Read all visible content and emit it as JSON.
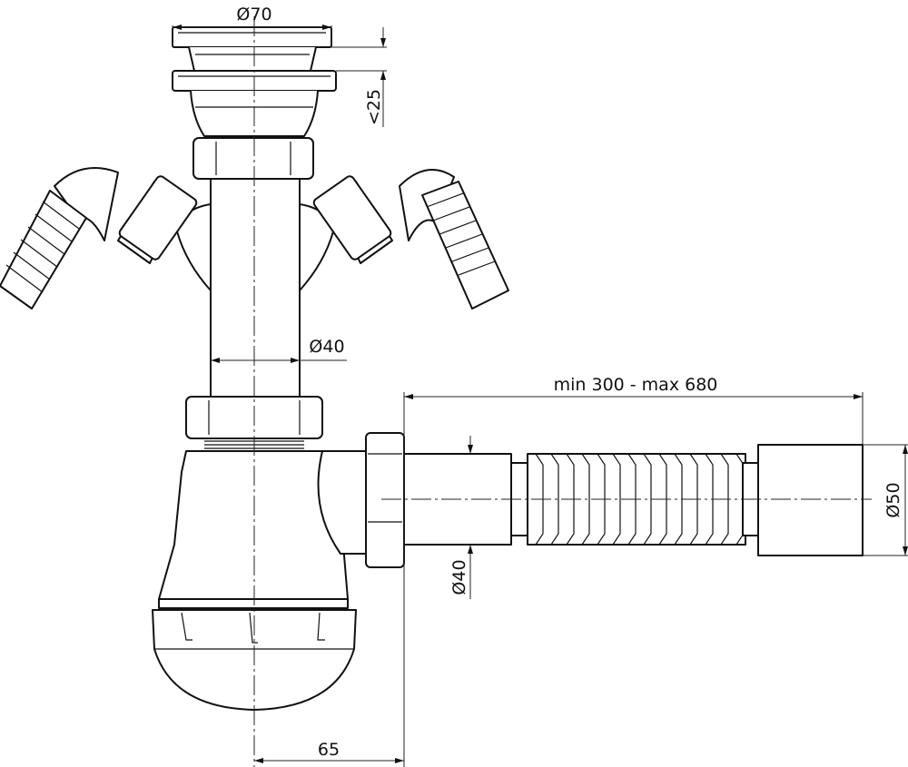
{
  "dimensions": {
    "top_diameter": "Ø70",
    "flange_height": "<25",
    "pipe_diameter": "Ø40",
    "outlet_length": "min 300 - max 680",
    "outlet_end_diameter": "Ø50",
    "outlet_diameter": "Ø40",
    "offset": "65"
  }
}
